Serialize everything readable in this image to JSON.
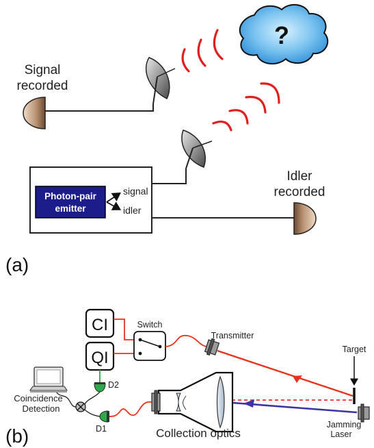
{
  "panel_a": {
    "panel_label": "(a)",
    "signal_recorded": [
      "Signal",
      "recorded"
    ],
    "idler_recorded": [
      "Idler",
      "recorded"
    ],
    "emitter_label": [
      "Photon-pair",
      "emitter"
    ],
    "signal_port": "signal",
    "idler_port": "idler",
    "unknown_symbol": "?"
  },
  "panel_b": {
    "panel_label": "(b)",
    "ci_label": "CI",
    "qi_label": "QI",
    "switch_label": "Switch",
    "transmitter_label": "Transmitter",
    "target_label": "Target",
    "jamming_laser_label": [
      "Jamming",
      "Laser"
    ],
    "collection_optics_label": "Collection optics",
    "coincidence_label": [
      "Coincidence",
      "Detection"
    ],
    "d1_label": "D1",
    "d2_label": "D2"
  },
  "colors": {
    "wave_red": "#e02020",
    "beam_red": "#e8321e",
    "jam_blue": "#3b33a8",
    "emitter_blue": "#1c1c8a",
    "cloud_blue": "#4aa0e0",
    "detector_green": "#2fa84a"
  }
}
